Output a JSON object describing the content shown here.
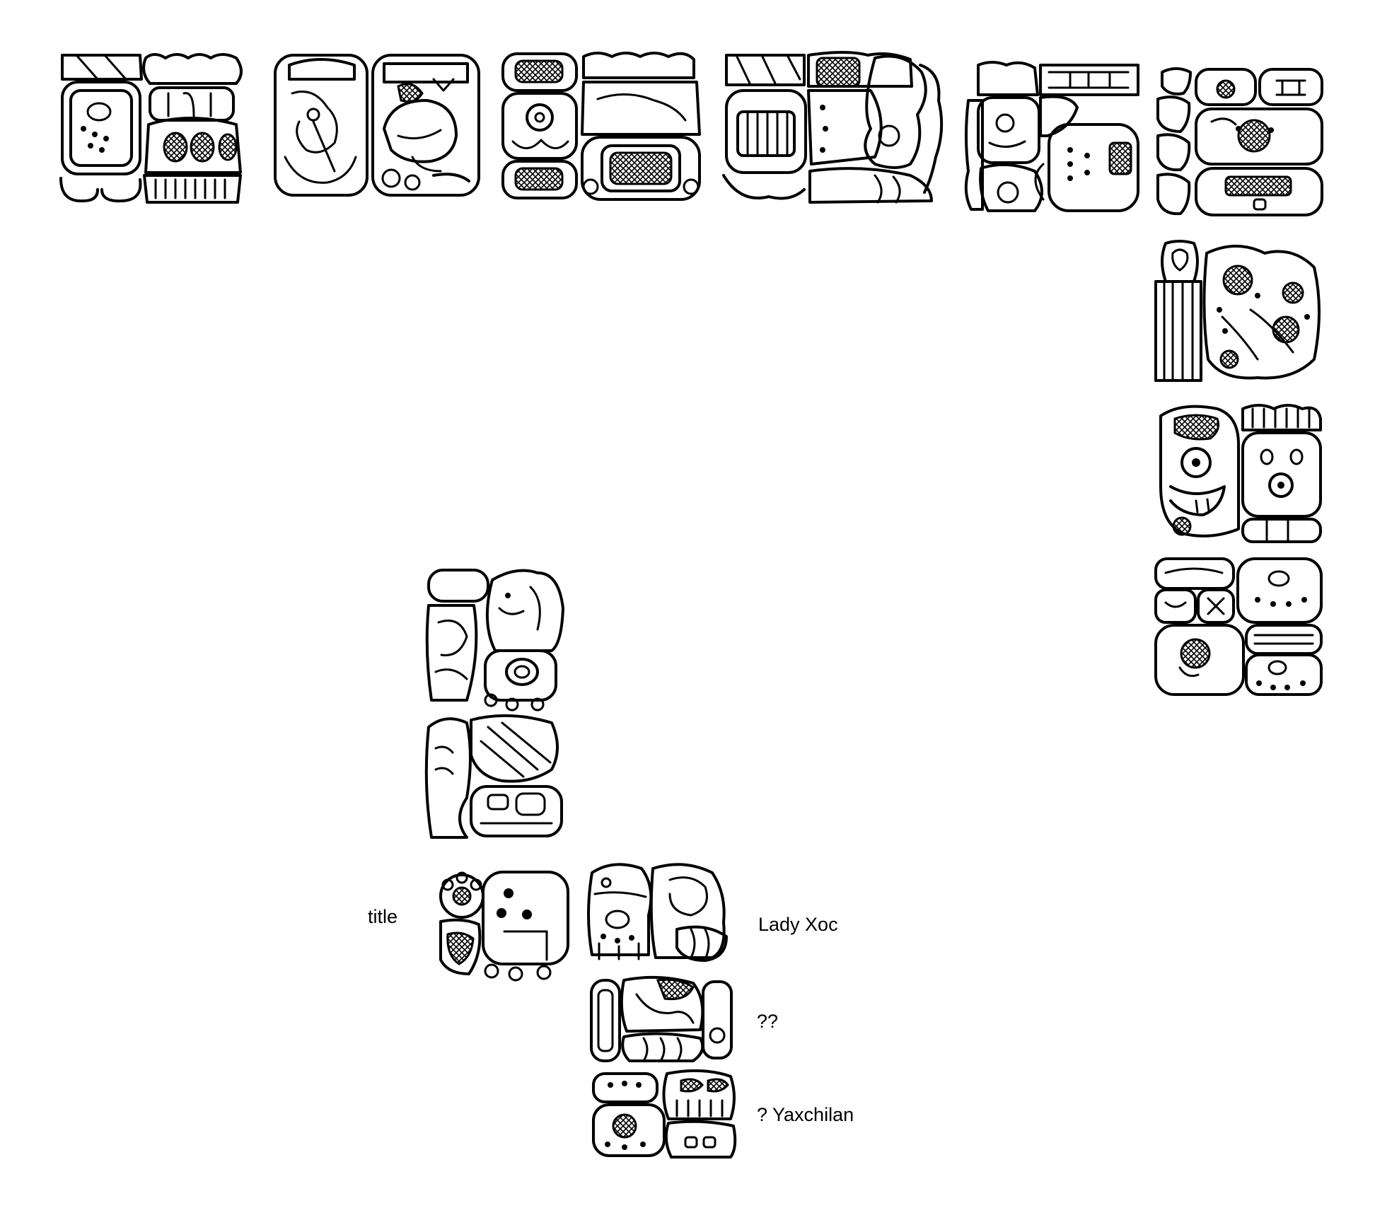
{
  "labels": {
    "title": "title",
    "lady_xoc": "Lady Xoc",
    "unknown": "??",
    "yaxchilan": "? Yaxchilan"
  },
  "colors": {
    "ink": "#000000",
    "paper": "#ffffff"
  }
}
